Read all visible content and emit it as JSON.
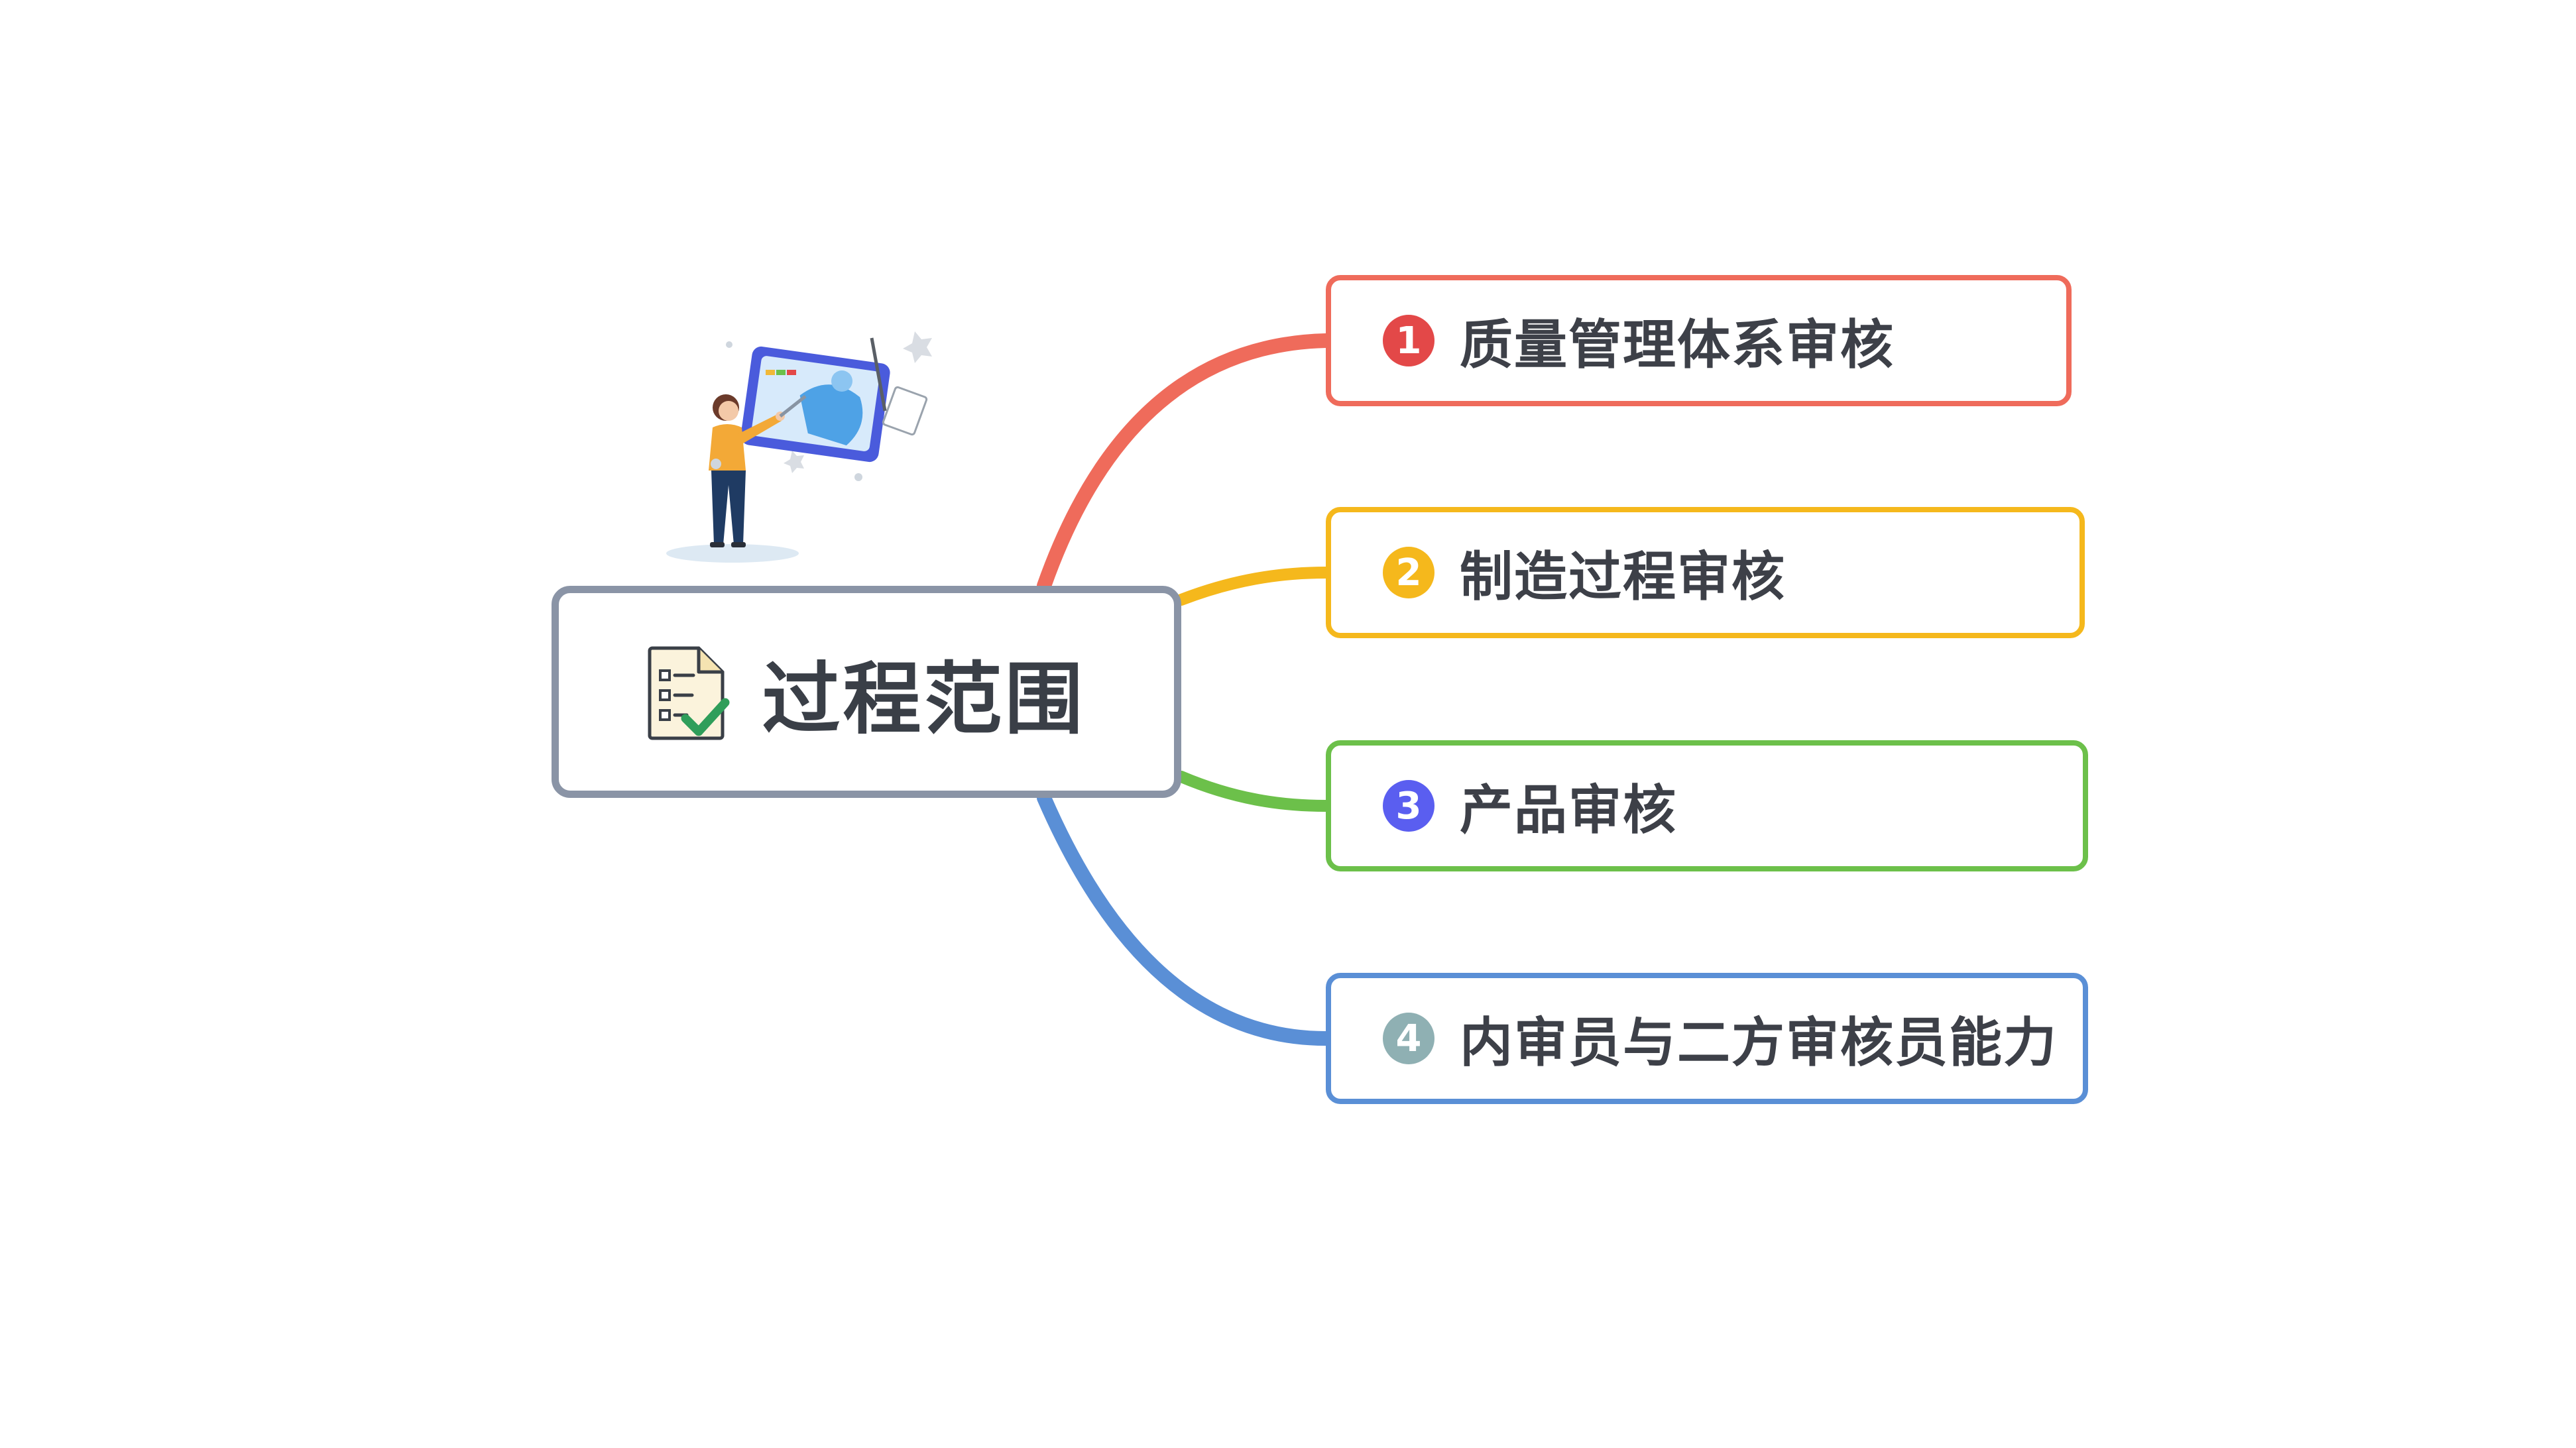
{
  "central": {
    "title": "过程范围",
    "icon": "checklist-document-icon",
    "border_color": "#8a94a6"
  },
  "illustration": {
    "icon": "person-drawing-on-tablet-illustration"
  },
  "branches": [
    {
      "number": "1",
      "label": "质量管理体系审核",
      "color": "#ef6b5b",
      "badge_color": "#e34848"
    },
    {
      "number": "2",
      "label": "制造过程审核",
      "color": "#f5b81c",
      "badge_color": "#f5b81c"
    },
    {
      "number": "3",
      "label": "产品审核",
      "color": "#6cc04a",
      "badge_color": "#5a5ef0"
    },
    {
      "number": "4",
      "label": "内审员与二方审核员能力",
      "color": "#5a8fd6",
      "badge_color": "#8fb0b3"
    }
  ]
}
